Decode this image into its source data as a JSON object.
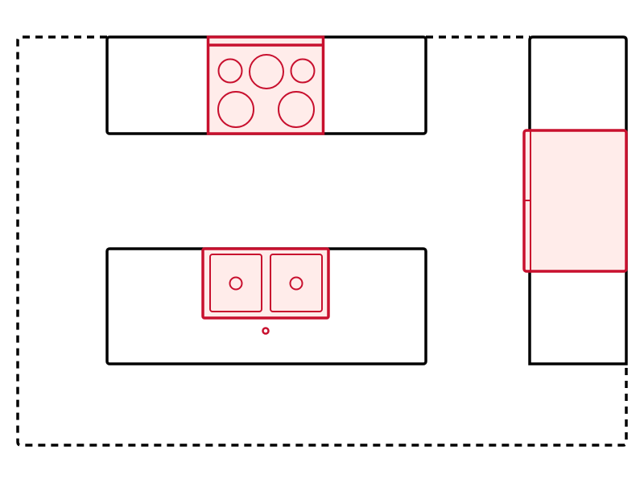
{
  "diagram": {
    "type": "kitchen-floor-plan",
    "colors": {
      "outline": "#000000",
      "appliance_stroke": "#c8102e",
      "appliance_fill": "#ffecea",
      "background": "#ffffff"
    },
    "elements": {
      "room_boundary": "dashed",
      "upper_counter": "counter",
      "lower_counter": "island-counter",
      "right_counter": "counter",
      "stove": {
        "burners": 5
      },
      "sink": {
        "bowls": 2,
        "faucet": true
      },
      "refrigerator": {
        "doors": 1
      }
    }
  }
}
